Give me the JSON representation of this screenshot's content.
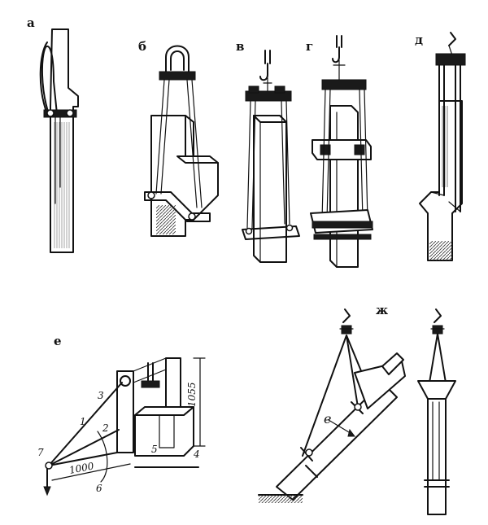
{
  "figures": [
    {
      "letter": "а"
    },
    {
      "letter": "б"
    },
    {
      "letter": "в"
    },
    {
      "letter": "г"
    },
    {
      "letter": "д"
    },
    {
      "letter": "е",
      "parts": [
        "1",
        "2",
        "3",
        "4",
        "5",
        "6",
        "7"
      ],
      "dimensions": [
        "1000",
        "1055"
      ]
    },
    {
      "letter": "ж",
      "marks": [
        "e"
      ]
    }
  ]
}
